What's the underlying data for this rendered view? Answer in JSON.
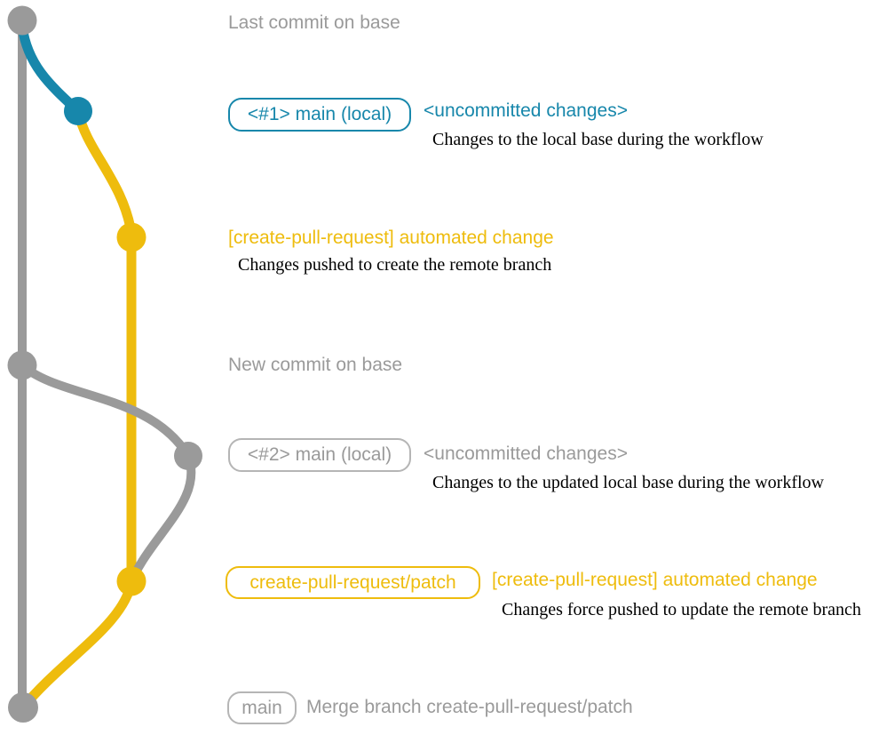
{
  "colors": {
    "gray": "#9a9a9a",
    "gray_light": "#b5b5b5",
    "blue": "#1787ab",
    "yellow": "#eebc0d",
    "black": "#000000"
  },
  "graph": {
    "type": "git-commit-graph",
    "branches": [
      {
        "name": "base",
        "color_key": "gray"
      },
      {
        "name": "main (local) #1",
        "color_key": "blue"
      },
      {
        "name": "create-pull-request/patch",
        "color_key": "yellow"
      },
      {
        "name": "main (local) #2",
        "color_key": "gray"
      }
    ],
    "commits": [
      {
        "id": "last-commit-on-base",
        "color_key": "gray"
      },
      {
        "id": "uncommitted-changes-1",
        "color_key": "blue"
      },
      {
        "id": "automated-change-1",
        "color_key": "yellow"
      },
      {
        "id": "new-commit-on-base",
        "color_key": "gray"
      },
      {
        "id": "uncommitted-changes-2",
        "color_key": "gray"
      },
      {
        "id": "automated-change-2",
        "color_key": "yellow"
      },
      {
        "id": "merge-commit",
        "color_key": "gray"
      }
    ]
  },
  "labels": {
    "last_commit": "Last commit on base",
    "tag1": "<#1> main (local)",
    "status1": "<uncommitted changes>",
    "caption1": "Changes to the local base during the workflow",
    "auto1": "[create-pull-request] automated change",
    "caption2": "Changes pushed to create the remote branch",
    "new_commit": "New commit on base",
    "tag2": "<#2> main (local)",
    "status2": "<uncommitted changes>",
    "caption3": "Changes to the updated local base during the workflow",
    "tag3": "create-pull-request/patch",
    "auto2": "[create-pull-request] automated change",
    "caption4": "Changes force pushed to update the remote branch",
    "tag4": "main",
    "merge": "Merge branch create-pull-request/patch"
  }
}
